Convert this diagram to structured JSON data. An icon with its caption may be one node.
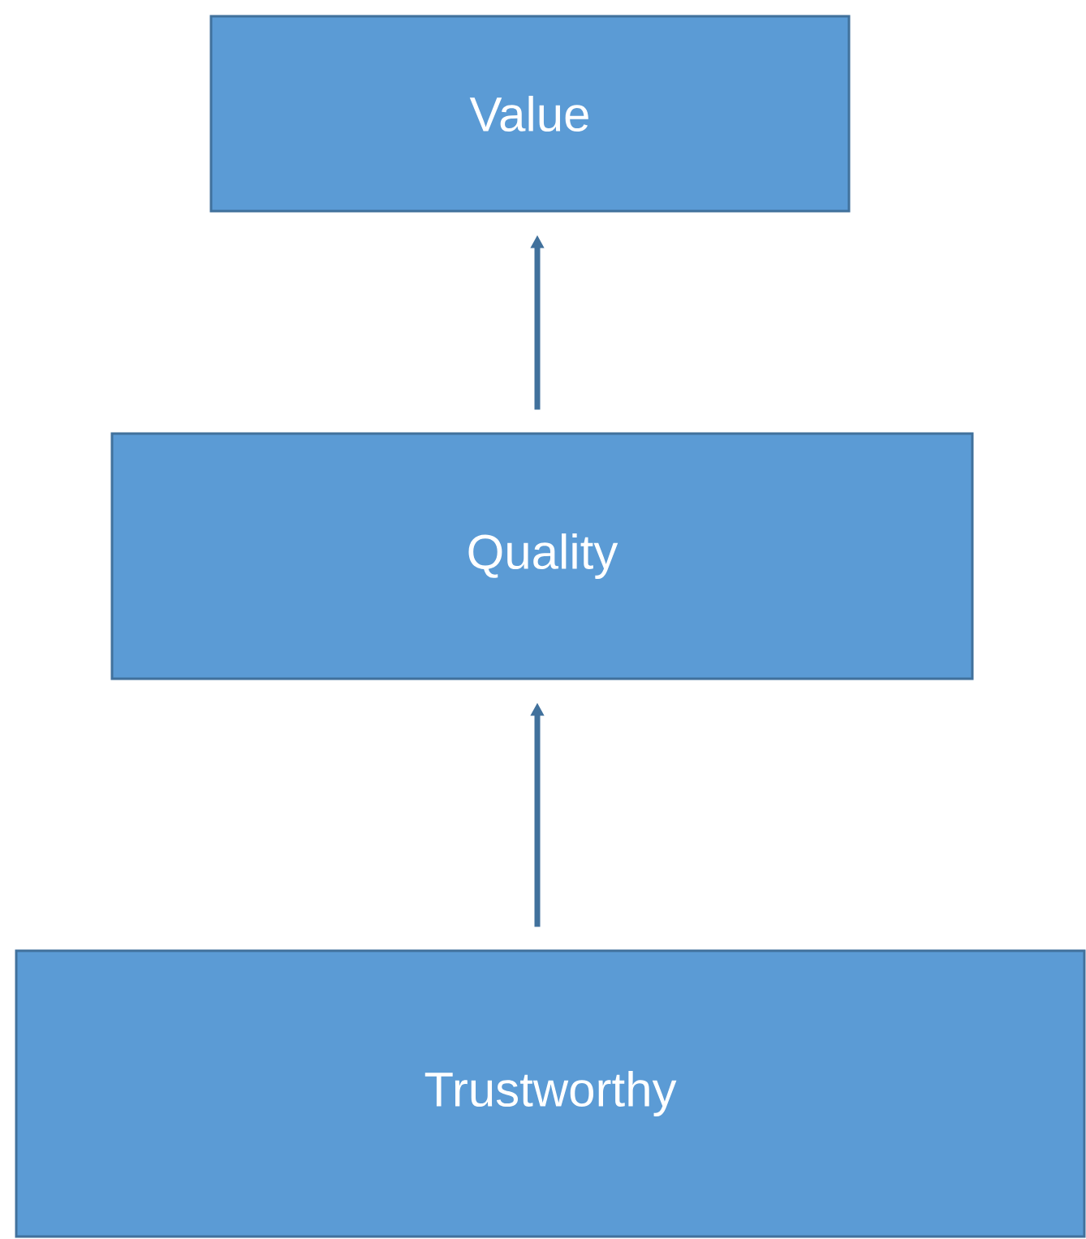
{
  "diagram": {
    "nodes": [
      {
        "text": [
          "Value"
        ]
      },
      {
        "text": [
          "Quality"
        ]
      },
      {
        "text": [
          "Trustworthy"
        ]
      }
    ],
    "edges": [
      {
        "from": 1,
        "to": 0,
        "arrow": "to"
      },
      {
        "from": 2,
        "to": 1,
        "arrow": "to"
      }
    ]
  }
}
